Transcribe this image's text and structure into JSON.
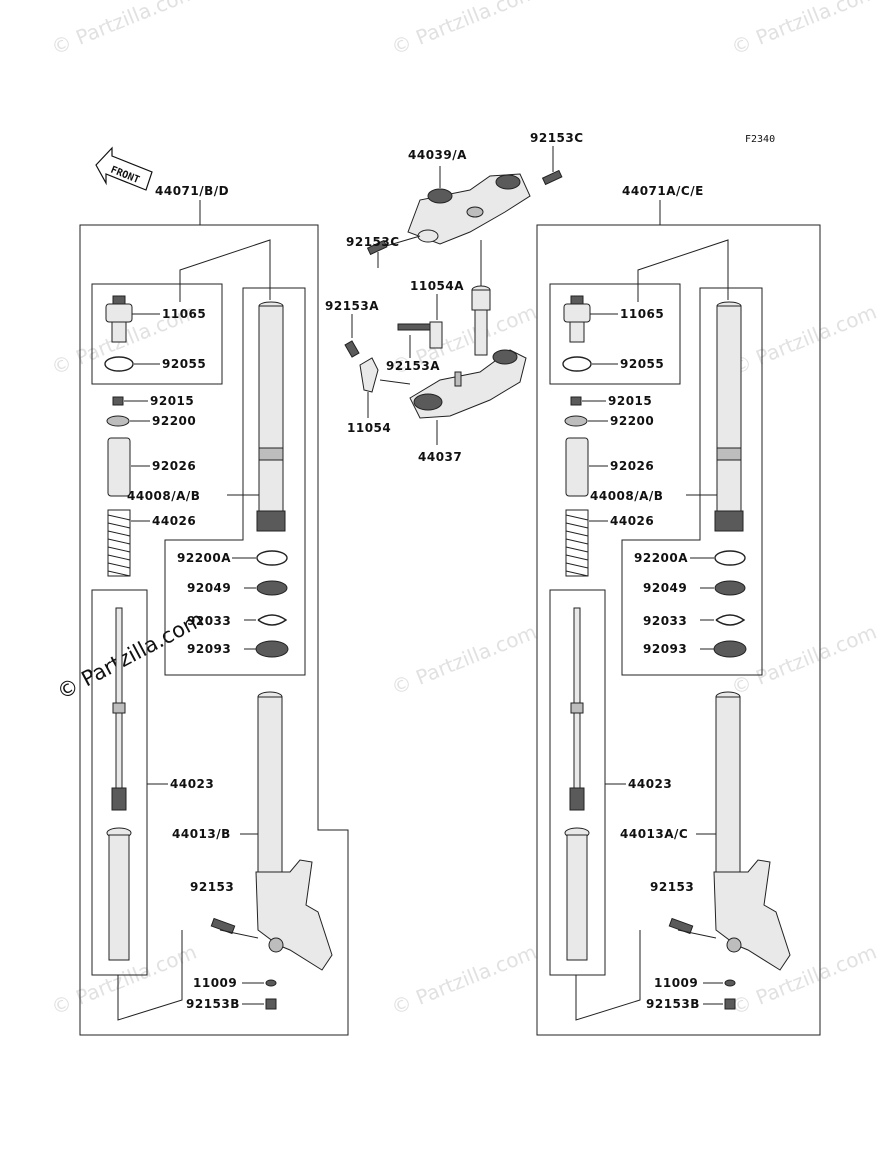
{
  "diagram_code": "F2340",
  "front_label": "FRONT",
  "watermark_text": "© Partzilla.com",
  "groups": {
    "left_assembly": "44071/B/D",
    "right_assembly": "44071A/C/E"
  },
  "left": {
    "p11065": "11065",
    "p92055": "92055",
    "p92015": "92015",
    "p92200": "92200",
    "p92026": "92026",
    "p44008": "44008/A/B",
    "p44026": "44026",
    "p92200A": "92200A",
    "p92049": "92049",
    "p92033": "92033",
    "p92093": "92093",
    "p44023": "44023",
    "p44013": "44013/B",
    "p92153": "92153",
    "p11009": "11009",
    "p92153B": "92153B"
  },
  "right": {
    "p11065": "11065",
    "p92055": "92055",
    "p92015": "92015",
    "p92200": "92200",
    "p92026": "92026",
    "p44008": "44008/A/B",
    "p44026": "44026",
    "p92200A": "92200A",
    "p92049": "92049",
    "p92033": "92033",
    "p92093": "92093",
    "p44023": "44023",
    "p44013": "44013A/C",
    "p92153": "92153",
    "p11009": "11009",
    "p92153B": "92153B"
  },
  "center": {
    "p44039": "44039/A",
    "p92153C_top": "92153C",
    "p92153C_left": "92153C",
    "p11054A": "11054A",
    "p92153A_left": "92153A",
    "p92153A_right": "92153A",
    "p11054": "11054",
    "p44037": "44037"
  }
}
